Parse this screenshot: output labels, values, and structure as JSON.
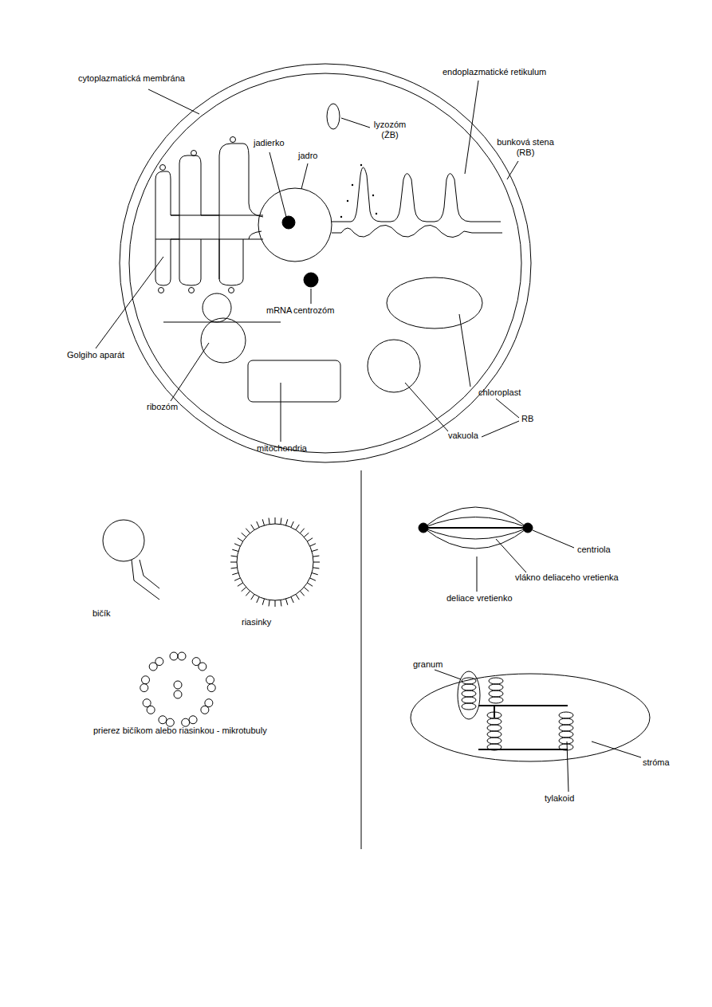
{
  "diagram": {
    "labels": [
      "cytoplazmatická membrána",
      "endoplazmatické retikulum",
      "lyzozóm (ŽB)",
      "bunková stena (RB)",
      "jadierko",
      "jadro",
      "mRNA",
      "centrozóm",
      "Golgiho aparát",
      "ribozóm",
      "mitochondria",
      "chloroplast",
      "vakuola",
      "RB",
      "bičík",
      "riasinky",
      "prierez bičíkom alebo riasinkou - mikrotubuly",
      "centriola",
      "vlákno deliaceho vretienka",
      "deliace vretienko",
      "granum",
      "stróma",
      "tylakoid"
    ]
  }
}
